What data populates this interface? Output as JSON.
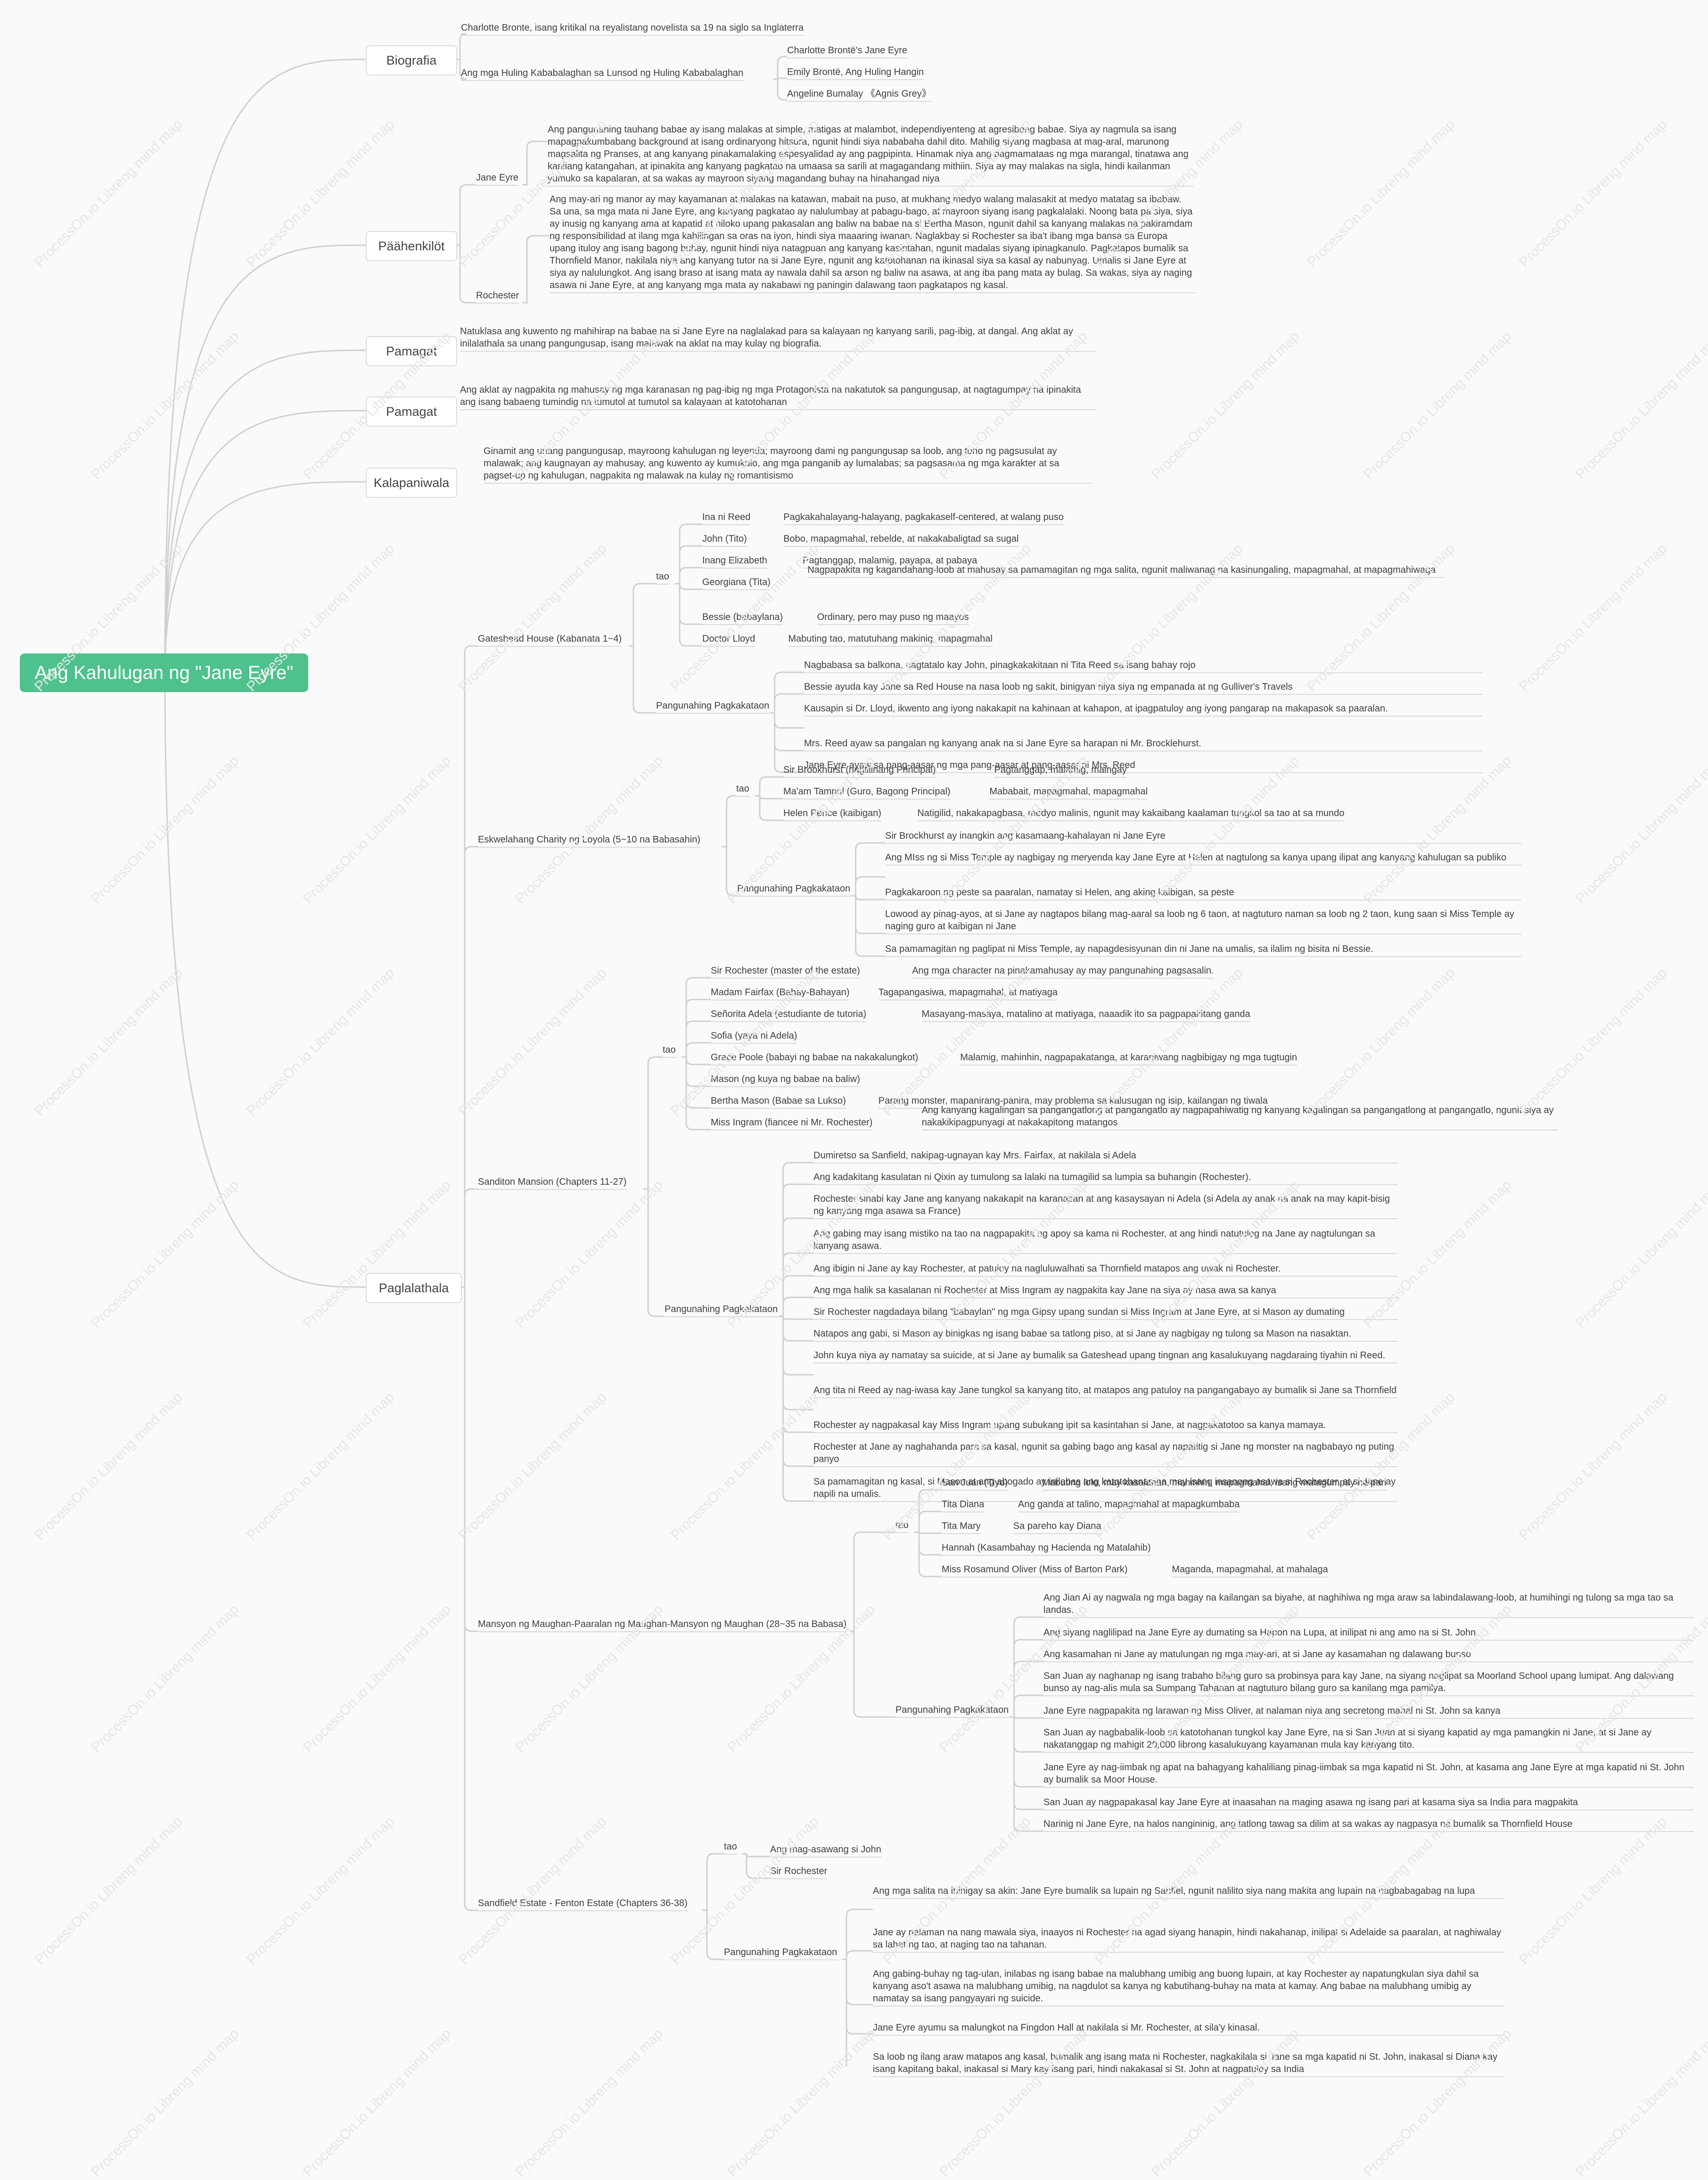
{
  "root": "Ang Kahulugan ng \"Jane Eyre\"",
  "watermark": "ProcessOn.io Libreng mind map",
  "branches": {
    "biografia": "Biografia",
    "paahenkilot": "Päähenkilöt",
    "pamagat1": "Pamagat",
    "pamagat2": "Pamagat",
    "kalapaniwala": "Kalapaniwala",
    "paglalathala": "Paglalathala"
  },
  "bio": {
    "intro": "Charlotte Bronte, isang kritikal na reyalistang novelista sa 19 na siglo sa Inglaterra",
    "works_label": "Ang mga Huling Kababalaghan sa Lunsod ng Huling Kababalaghan",
    "works": [
      "Charlotte Brontë's Jane Eyre",
      "Emily Brontë, Ang Huling Hangin",
      "Angeline Bumalay 《Agnis Grey》"
    ]
  },
  "chars": {
    "jane_label": "Jane Eyre",
    "jane_text": "Ang pangunahing tauhang babae ay isang malakas at simple, matigas at malambot, independiyenteng at agresibong babae. Siya ay nagmula sa isang mapagpakumbabang background at isang ordinaryong hitsura, ngunit hindi siya nababaha dahil dito. Mahilig siyang magbasa at mag-aral, marunong magsalita ng Pranses, at ang kanyang pinakamalaking espesyalidad ay ang pagpipinta. Hinamak niya ang pagmamataas ng mga marangal, tinatawa ang kanilang katangahan, at ipinakita ang kanyang pagkatao na umaasa sa sarili at magagandang mithiin. Siya ay may malakas na sigla, hindi kailanman yumuko sa kapalaran, at sa wakas ay mayroon siyang magandang buhay na hinahangad niya",
    "roch_label": "Rochester",
    "roch_text": "Ang may-ari ng manor ay may kayamanan at malakas na katawan, mabait na puso, at mukhang medyo walang malasakit at medyo matatag sa ibabaw. Sa una, sa mga mata ni Jane Eyre, ang kanyang pagkatao ay nalulumbay at pabagu-bago, at mayroon siyang isang pagkalalaki. Noong bata pa siya, siya ay inusig ng kanyang ama at kapatid at niloko upang pakasalan ang baliw na babae na si Bertha Mason, ngunit dahil sa kanyang malakas na pakiramdam ng responsibilidad at ilang mga kahilingan sa oras na iyon, hindi siya maaaring iwanan. Naglakbay si Rochester sa iba't ibang mga bansa sa Europa upang ituloy ang isang bagong buhay, ngunit hindi niya natagpuan ang kanyang kasintahan, ngunit madalas siyang ipinagkanulo. Pagkatapos bumalik sa Thornfield Manor, nakilala niya ang kanyang tutor na si Jane Eyre, ngunit ang katotohanan na ikinasal siya sa kasal ay nabunyag. Umalis si Jane Eyre at siya ay nalulungkot. Ang isang braso at isang mata ay nawala dahil sa arson ng baliw na asawa, at ang iba pang mata ay bulag. Sa wakas, siya ay naging asawa ni Jane Eyre, at ang kanyang mga mata ay nakabawi ng paningin dalawang taon pagkatapos ng kasal."
  },
  "pamagat1_text": "Natuklasa ang kuwento ng mahihirap na babae na si Jane Eyre na naglalakad para sa kalayaan ng kanyang sarili, pag-ibig, at dangal. Ang aklat ay inilalathala sa unang pangungusap, isang malawak na aklat na may kulay ng biografia.",
  "pamagat2_text": "Ang aklat ay nagpakita ng mahusay ng mga karanasan ng pag-ibig ng mga Protagonista na nakatutok sa pangungusap, at nagtagumpay na ipinakita ang isang babaeng tumindig na tumutol at tumutol sa kalayaan at katotohanan",
  "kalapaniwala_text": "Ginamit ang unang pangungusap, mayroong kahulugan ng leyenda; mayroong dami ng pangungusap sa loob, ang tono ng pagsusulat ay malawak; ang kaugnayan ay mahusay, ang kuwento ay kumukulo, ang mga panganib ay lumalabas; sa pagsasama ng mga karakter at sa pagset-up ng kahulugan, nagpakita ng malawak na kulay ng romantisismo",
  "labels": {
    "tao": "tao",
    "events": "Pangunahing Pagkakataon"
  },
  "gateshead": {
    "title": "Gateshead House (Kabanata 1~4)",
    "people": [
      [
        "Ina ni Reed",
        "Pagkakahalayang-halayang, pagkakaself-centered, at walang puso"
      ],
      [
        "John (Tito)",
        "Bobo, mapagmahal, rebelde, at nakakabaligtad sa sugal"
      ],
      [
        "Inang Elizabeth",
        "Pagtanggap, malamig, payapa, at pabaya"
      ],
      [
        "Georgiana (Tita)",
        "Nagpapakita ng kagandahang-loob at mahusay sa pamamagitan ng mga salita, ngunit maliwanag na kasinungaling, mapagmahal, at mapagmahiwaga"
      ],
      [
        "Bessie (babaylana)",
        "Ordinary, pero may puso ng maayos"
      ],
      [
        "Doctor Lloyd",
        "Mabuting tao, matutuhang makinig, mapagmahal"
      ]
    ],
    "events": [
      "Nagbabasa sa balkona, nagtatalo kay John, pinagkakakitaan ni Tita Reed sa isang bahay rojo",
      "Bessie ayuda kay Jane sa Red House na nasa loob ng sakit, binigyan niya siya ng empanada at ng Gulliver's Travels",
      "Kausapin si Dr. Lloyd, ikwento ang iyong nakakapit na kahinaan at kahapon, at ipagpatuloy ang iyong pangarap na makapasok sa paaralan.",
      "Mrs. Reed ayaw sa pangalan ng kanyang anak na si Jane Eyre sa harapan ni Mr. Brocklehurst.",
      "Jane Eyre ayaw sa pang-aasar ng mga pang-aasar at pang-aasar ni Mrs. Reed"
    ]
  },
  "charity": {
    "title": "Eskwelahang Charity ng Loyola (5~10 na Babasahin)",
    "people": [
      [
        "Sir Brookhurst (naglilinang Principal)",
        "Pagtanggap, malamig, maingay"
      ],
      [
        "Ma'am Tampol (Guro, Bagong Principal)",
        "Mababait, mapagmahal, mapagmahal"
      ],
      [
        "Helen Pence (kaibigan)",
        "Natigilid, nakakapagbasa, medyo malinis, ngunit may kakaibang kaalaman tungkol sa tao at sa mundo"
      ]
    ],
    "events": [
      "Sir Brockhurst ay inangkin ang kasamaang-kahalayan ni Jane Eyre",
      "Ang MIss ng si Miss Temple ay nagbigay ng meryenda kay Jane Eyre at Helen at nagtulong sa kanya upang ilipat ang kanyang kahulugan sa publiko",
      "Pagkakaroon ng peste sa paaralan, namatay si Helen, ang aking kaibigan, sa peste",
      "Lowood ay pinag-ayos, at si Jane ay nagtapos bilang mag-aaral sa loob ng 6 taon, at nagtuturo naman sa loob ng 2 taon, kung saan si Miss Temple ay naging guro at kaibigan ni Jane",
      "Sa pamamagitan ng paglipat ni Miss Temple, ay napagdesisyunan din ni Jane na umalis, sa ilalim ng bisita ni Bessie."
    ]
  },
  "sanditon": {
    "title": "Sanditon Mansion (Chapters 11-27)",
    "people": [
      [
        "Sir Rochester (master of the estate)",
        "Ang mga character na pinakamahusay ay may pangunahing pagsasalin."
      ],
      [
        "Madam Fairfax (Bahay-Bahayan)",
        "Tagapangasiwa, mapagmahal, at matiyaga"
      ],
      [
        "Señorita Adela (estudiante de tutoria)",
        "Masayang-masaya, matalino at matiyaga, naaadik ito sa pagpapakitang ganda"
      ],
      [
        "Sofia (yaya ni Adela)",
        ""
      ],
      [
        "Grace Poole (babayi ng babae na nakakalungkot)",
        "Malamig, mahinhin, nagpapakatanga, at karaniwang nagbibigay ng mga tugtugin"
      ],
      [
        "Mason (ng kuya ng babae na baliw)",
        ""
      ],
      [
        "Bertha Mason (Babae sa Lukso)",
        "Parang monster, mapanirang-panira, may problema sa kalusugan ng isip, kailangan ng tiwala"
      ],
      [
        "Miss Ingram (fiancee ni Mr. Rochester)",
        "Ang kanyang kagalingan sa pangangatlong at pangangatlo ay nagpapahiwatig ng kanyang kagalingan sa pangangatlong at pangangatlo, ngunit siya ay nakakikipagpunyagi at nakakapitong matangos"
      ]
    ],
    "events": [
      "Dumiretso sa Sanfield, nakipag-ugnayan kay Mrs. Fairfax, at nakilala si Adela",
      "Ang kadakitang kasulatan ni Qixin ay tumulong sa lalaki na tumagilid sa lumpia sa buhangin (Rochester).",
      "Rochester sinabi kay Jane ang kanyang nakakapit na karanasan at ang kasaysayan ni Adela (si Adela ay anak na anak na may kapit-bisig ng kanyang mga asawa sa France)",
      "Ang gabing may isang mistiko na tao na nagpapakita ng apoy sa kama ni Rochester, at ang hindi natutulog na Jane ay nagtulungan sa kanyang asawa.",
      "Ang ibigin ni Jane ay kay Rochester, at patuloy na nagluluwalhati sa Thornfield matapos ang uwak ni Rochester.",
      "Ang mga halik sa kasalanan ni Rochester at Miss Ingram ay nagpakita kay Jane na siya ay nasa awa sa kanya",
      "Sir Rochester nagdadaya bilang \"babaylan\" ng mga Gipsy upang sundan si Miss Ingram at Jane Eyre, at si Mason ay dumating",
      "Natapos ang gabi, si Mason ay binigkas ng isang babae sa tatlong piso, at si Jane ay nagbigay ng tulong sa Mason na nasaktan.",
      "John kuya niya ay namatay sa suicide, at si Jane ay bumalik sa Gateshead upang tingnan ang kasalukuyang nagdaraing tiyahin ni Reed.",
      "Ang tita ni Reed ay nag-iwasa kay Jane tungkol sa kanyang tito, at matapos ang patuloy na pangangabayo ay bumalik si Jane sa Thornfield",
      "Rochester ay nagpakasal kay Miss Ingram upang subukang ipit sa kasintahan si Jane, at nagpakatotoo sa kanya mamaya.",
      "Rochester at Jane ay naghahanda para sa kasal, ngunit sa gabing bago ang kasal ay napatitig si Jane ng monster na nagbabayo ng puting panyo",
      "Sa pamamagitan ng kasal, si Mason at ang abogado ay inilabas ang katotohanan na may isang insanong asawa si Rochester, at si Jane ay napili na umalis."
    ]
  },
  "moor": {
    "title": "Mansyon ng Maughan-Paaralan ng Maughan-Mansyon ng Maughan (28~35 na Babasa)",
    "people": [
      [
        "San Juan (Tiyo)",
        "Mabuting lolo, may kasalanan, mahinhin, mapagmahal, isang matagumpay na pari"
      ],
      [
        "Tita Diana",
        "Ang ganda at talino, mapagmahal at mapagkumbaba"
      ],
      [
        "Tita Mary",
        "Sa pareho kay Diana"
      ],
      [
        "Hannah (Kasambahay ng Hacienda ng Matalahib)",
        ""
      ],
      [
        "Miss Rosamund Oliver (Miss of Barton Park)",
        "Maganda, mapagmahal, at mahalaga"
      ]
    ],
    "events": [
      "Ang Jian Ai ay nagwala ng mga bagay na kailangan sa biyahe, at naghihiwa ng mga araw sa labindalawang-loob, at humihingi ng tulong sa mga tao sa landas.",
      "Ang siyang naglilipad na Jane Eyre ay dumating sa Hapon na Lupa, at inilipat ni ang amo na si St. John",
      "Ang kasamahan ni Jane ay matulungan ng mga may-ari, at si Jane ay kasamahan ng dalawang bunso",
      "San Juan ay naghanap ng isang trabaho bilang guro sa probinsya para kay Jane, na siyang naglipat sa Moorland School upang lumipat. Ang dalawang bunso ay nag-alis mula sa Sumpang Tahanan at nagtuturo bilang guro sa kanilang mga pamilya.",
      "Jane Eyre nagpapakita ng larawan ng Miss Oliver, at nalaman niya ang secretong mahal ni St. John sa kanya",
      "San Juan ay nagbabalik-loob sa katotohanan tungkol kay Jane Eyre, na si San Juan at si siyang kapatid ay mga pamangkin ni Jane, at si Jane ay nakatanggap ng mahigit 20,000 librong kasalukuyang kayamanan mula kay kanyang tito.",
      "Jane Eyre ay nag-iimbak ng apat na bahagyang kahaliliang pinag-iimbak sa mga kapatid ni St. John, at kasama ang Jane Eyre at mga kapatid ni St. John ay bumalik sa Moor House.",
      "San Juan ay nagpapakasal kay Jane Eyre at inaasahan na maging asawa ng isang pari at kasama siya sa India para magpakita",
      "Narinig ni Jane Eyre, na halos nangininig, ang tatlong tawag sa dilim at sa wakas ay nagpasya na bumalik sa Thornfield House"
    ]
  },
  "ferndean": {
    "title": "Sandfield Estate - Fenton Estate (Chapters 36-38)",
    "people": [
      "Ang mag-asawang si John",
      "Sir Rochester"
    ],
    "events": [
      "Ang mga salita na ibinigay sa akin: Jane Eyre bumalik sa lupain ng Sanfiel, ngunit nalilito siya nang makita ang lupain na nagbabagabag na lupa",
      "Jane ay nalaman na nang mawala siya, inaayos ni Rochester na agad siyang hanapin, hindi nakahanap, inilipat si Adelaide sa paaralan, at naghiwalay sa lahat ng tao, at naging tao na tahanan.",
      "Ang gabing-buhay ng tag-ulan, inilabas ng isang babae na malubhang umibig ang buong lupain, at kay Rochester ay napatungkulan siya dahil sa kanyang aso't asawa na malubhang umibig, na nagdulot sa kanya ng kabutihang-buhay na mata at kamay. Ang babae na malubhang umibig ay namatay sa isang pangyayari ng suicide.",
      "Jane Eyre ayumu sa malungkot na Fingdon Hall at nakilala si Mr. Rochester, at sila'y kinasal.",
      "Sa loob ng ilang araw matapos ang kasal, bumalik ang isang mata ni Rochester, nagkakilala si Jane sa mga kapatid ni St. John, inakasal si Diana kay isang kapitang bakal, inakasal si Mary kay isang pari, hindi nakakasal si St. John at nagpatuloy sa India"
    ]
  }
}
